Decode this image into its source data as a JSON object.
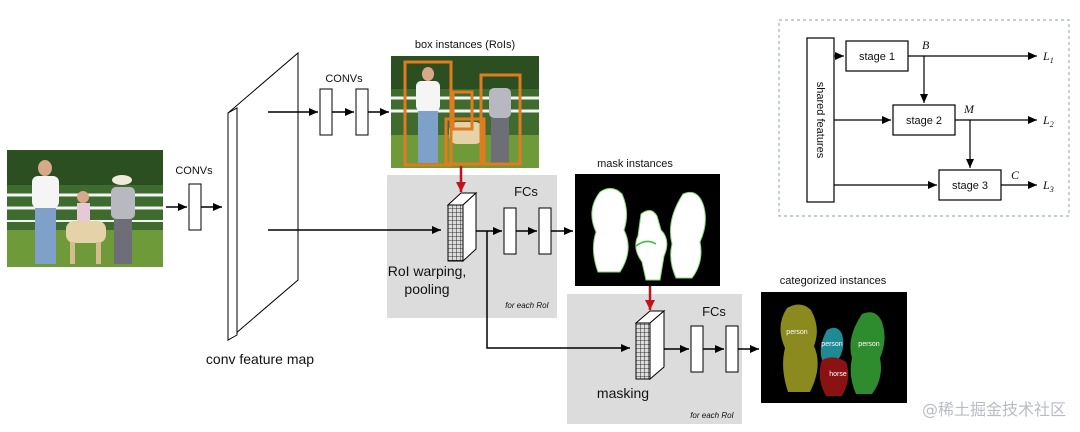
{
  "left": {
    "convs1": "CONVs",
    "convs2": "CONVs",
    "box_instances": "box instances (RoIs)",
    "conv_feature_map": "conv feature map",
    "roi_warping_1": "RoI warping,",
    "roi_warping_2": "pooling",
    "fcs1": "FCs",
    "for_each_roi_1": "for each RoI",
    "mask_instances": "mask instances",
    "masking": "masking",
    "fcs2": "FCs",
    "for_each_roi_2": "for each RoI",
    "categorized_instances": "categorized instances",
    "cat_labels": [
      "person",
      "person",
      "person",
      "horse"
    ]
  },
  "right": {
    "shared_features": "shared features",
    "stage1": "stage 1",
    "stage2": "stage 2",
    "stage3": "stage 3",
    "B": "B",
    "M": "M",
    "C": "C",
    "L1_base": "L",
    "L1_sub": "1",
    "L2_base": "L",
    "L2_sub": "2",
    "L3_base": "L",
    "L3_sub": "3"
  },
  "watermark": "@稀土掘金技术社区",
  "colors": {
    "gray_panel": "#dcdcdc",
    "red_arrow": "#c0141c",
    "orange_box": "#e07b20",
    "dashed_border": "#9fb0bd",
    "olive_mask": "#8a8a1e",
    "teal_mask": "#1f8a94",
    "green_mask": "#2e8b2e",
    "darkred_mask": "#8b1212"
  }
}
